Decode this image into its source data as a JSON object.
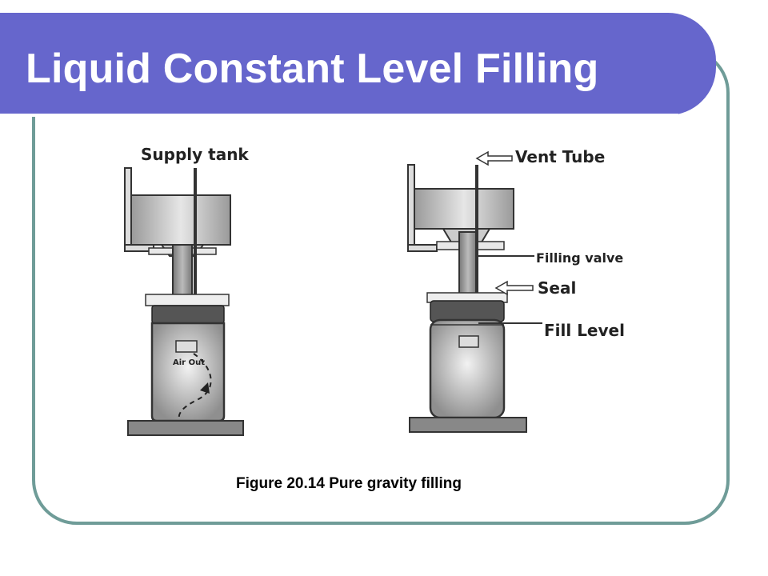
{
  "slide": {
    "title": "Liquid Constant Level Filling",
    "caption": "Figure 20.14 Pure gravity filling"
  },
  "diagram": {
    "left_labels": {
      "supply_tank": "Supply  tank",
      "air_out": "Air Out"
    },
    "right_labels": {
      "vent_tube": "Vent  Tube",
      "filling_valve": "Filling valve",
      "seal": "Seal",
      "fill_level": "Fill  Level"
    }
  },
  "colors": {
    "title_bar": "#6666cc",
    "frame_border": "#6f9c98",
    "title_text": "#ffffff"
  }
}
